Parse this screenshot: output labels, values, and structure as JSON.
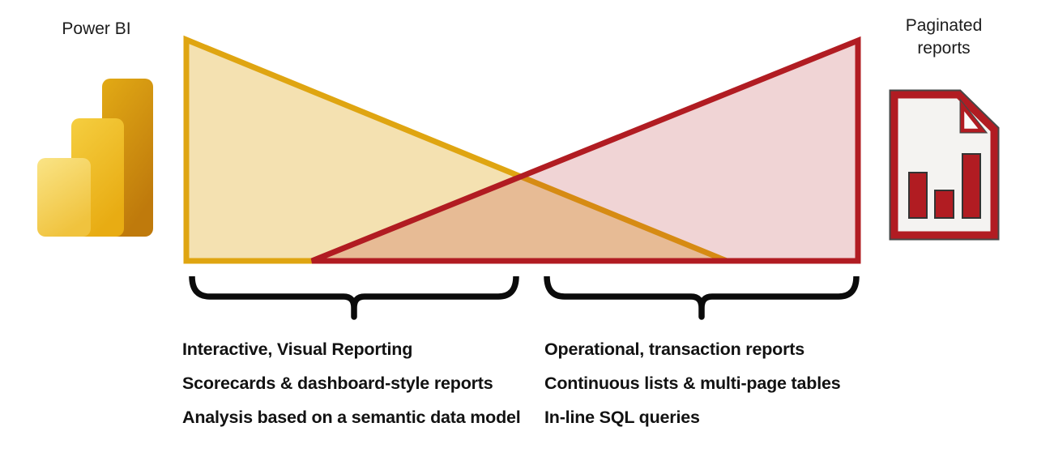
{
  "header": {
    "left_label": "Power BI",
    "right_label": "Paginated reports"
  },
  "colors": {
    "gold": "#DFA511",
    "red": "#B11C22",
    "brace": "#0b0b0b",
    "text": "#111111",
    "page_fill": "#F4F3F1"
  },
  "left_column": {
    "items": [
      "Interactive, Visual Reporting",
      "Scorecards & dashboard-style reports",
      "Analysis based on a semantic data model"
    ]
  },
  "right_column": {
    "items": [
      "Operational, transaction reports",
      "Continuous lists & multi-page tables",
      "In-line SQL queries"
    ]
  }
}
